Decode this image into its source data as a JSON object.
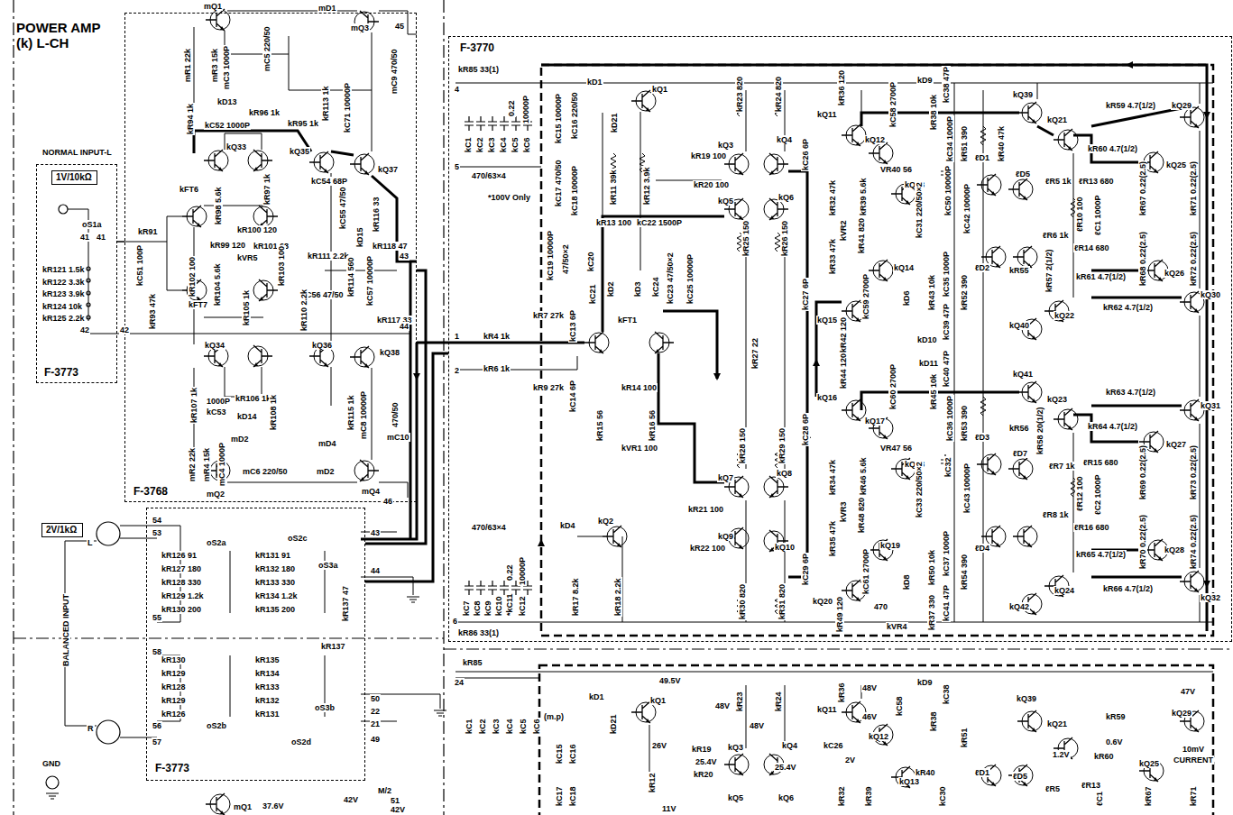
{
  "diagram": {
    "title": "POWER AMP (k) L-CH",
    "nodes": [
      {
        "text": [
          "F-3768"
        ]
      },
      {
        "text": [
          "NORMAL INPUT-L",
          "F-3773"
        ]
      },
      {
        "text": [
          "1V/10kΩ"
        ],
        "in": 1
      },
      {
        "text": [
          "F-3773"
        ]
      },
      {
        "text": [
          "2V/1kΩ"
        ]
      },
      {
        "text": [
          "F-3770"
        ]
      }
    ],
    "edges": [
      {
        "from": 1,
        "to": 0,
        "arrow": "none"
      },
      {
        "from": 0,
        "to": 3,
        "arrow": "none"
      },
      {
        "from": 3,
        "to": 5,
        "arrow": "none"
      }
    ],
    "labels": [
      "mQ1",
      "mR1 22k",
      "mR3 15k",
      "mC3 1000P",
      "mC5 220/50",
      "mD1",
      "mQ3",
      "45",
      "mC9 470/50",
      "kD13",
      "kR94 1k",
      "kC52 1000P",
      "kR96 1k",
      "kR95 1k",
      "kR113 1k",
      "kC71 10000P",
      "kQ35",
      "kQ33",
      "kQ37",
      "kFT6",
      "kR97 1k",
      "kR98 5.6k",
      "kR100 120",
      "kC54 68P",
      "kC55 47/50",
      "kD15",
      "kR116 33",
      "kR118 47",
      "43",
      "kR99 120",
      "kR101 68",
      "kVR5",
      "kR103 100",
      "kR111 2.2k",
      "kR114 560",
      "kC56 47/50",
      "kC57 10000P",
      "kR117 33",
      "44",
      "kR102 100",
      "kR104 5.6k",
      "kFT7",
      "kR105 1k",
      "kR110 2.2k",
      "kQ34",
      "kQ36",
      "kQ38",
      "kR107 1k",
      "1000P",
      "kC53",
      "kR106 1k",
      "kD14",
      "kR108 1k",
      "kR115 1k",
      "mC8 10000P",
      "470/50",
      "mC10",
      "mR2 22k",
      "mR4 15k",
      "mC4 1000P",
      "mD2",
      "mC6 220/50",
      "mD4",
      "mD2",
      "mQ2",
      "mQ4",
      "46",
      "oS1a",
      "41",
      "41",
      "kR91",
      "kR121 1.5k",
      "kR122 3.3k",
      "kR123 3.9k",
      "kR124 10k",
      "kR125 2.2k",
      "kC51 100P",
      "kR93 47k",
      "42",
      "42",
      "L",
      "BALANCED INPUT",
      "R",
      "54",
      "53",
      "55",
      "58",
      "56",
      "57",
      "oS2a",
      "kR126 91",
      "kR127 180",
      "kR128 330",
      "kR129 1.2k",
      "kR130 200",
      "oS2c",
      "kR131 91",
      "kR132 180",
      "kR133 330",
      "kR134 1.2k",
      "kR135 200",
      "oS3a",
      "kR137 47",
      "43",
      "44",
      "kR130",
      "kR129",
      "kR128",
      "kR129",
      "kR126",
      "kR135",
      "kR134",
      "kR133",
      "kR132",
      "kR131",
      "kR137",
      "oS2b",
      "oS3b",
      "oS2d",
      "50",
      "22",
      "21",
      "49",
      "GND",
      "mQ1",
      "37.6V",
      "M/2",
      "42V",
      "51",
      "42V",
      "kR85 33(1)",
      "4",
      "kC1",
      "kC2",
      "kC3",
      "kC4",
      "kC5",
      "kC6",
      "0.22",
      "10000P",
      "5",
      "470/63×4",
      "*100V Only",
      "kD1",
      "kQ1",
      "kD21",
      "kC16 220/50",
      "kC15 10000P",
      "kC17 470/50",
      "kC18 10000P",
      "kR11 39k",
      "kR12 3.9k",
      "kR23 820",
      "kR24 820",
      "kQ3",
      "kQ4",
      "kR19 100",
      "kR20 100",
      "kQ5",
      "kQ6",
      "kR13 100",
      "kC22 1500P",
      "kC19 10000P",
      "47/50×2",
      "kC20",
      "kD2",
      "kC21",
      "kD3",
      "kC24",
      "kC23 47/50×2",
      "kC25 10000P",
      "kR25 150",
      "kR26 150",
      "kR7 27k",
      "kC13 6P",
      "kFT1",
      "1",
      "kR4 1k",
      "2",
      "kR6 1k",
      "kR9 27k",
      "kC14 6P",
      "kR14 100",
      "kR15 56",
      "kR16 56",
      "kVR1 100",
      "kR27 22",
      "kR28 150",
      "kR29 150",
      "kQ7",
      "kQ8",
      "kR21 100",
      "kR22 100",
      "kQ9",
      "kQ10",
      "kR30 820",
      "kR31 820",
      "470/63×4",
      "kD4",
      "kQ2",
      "kC7",
      "kC8",
      "kC9",
      "kC10",
      "*kC11",
      "kC12",
      "0.22",
      "10000P",
      "kR17 8.2k",
      "kR18 2.2k",
      "6",
      "kR86 33(1)",
      "kR36 120",
      "kQ11",
      "kQ12",
      "kC58 2700P",
      "kD9",
      "kC38 47P",
      "kR38 10k",
      "kC34 1000P",
      "kR51 390",
      "kQ39",
      "kQ21",
      "kR59 4.7(1/2)",
      "kQ29",
      "kR60 4.7(1/2)",
      "kQ25",
      "ℓR13 680",
      "kR67 0.22(2.5)",
      "kR71 0.22(2.5)",
      "kC26 6P",
      "VR40 56",
      "kQ13",
      "kR39 5.6k",
      "kR32 47k",
      "kC50 10000P",
      "kR40 47k",
      "ℓD1",
      "ℓD5",
      "ℓR5 1k",
      "kVR2",
      "kR33 47k",
      "kR41 820",
      "kQ14",
      "kC31 220/50×2",
      "kC42 10000P",
      "ℓR10 100",
      "ℓC1 1000P",
      "kR68 0.22(2.5)",
      "kR72 0.22(2.5)",
      "ℓR6 1k",
      "ℓR14 680",
      "ℓD2",
      "kR55",
      "kR57 2(1/2)",
      "kR61 4.7(1/2)",
      "kQ26",
      "kQ30",
      "kR62 4.7(1/2)",
      "kQ22",
      "kQ40",
      "kC27 6P",
      "kQ15",
      "kC59 2700P",
      "kD6",
      "kR43 10k",
      "kC35 1000P",
      "kR52 390",
      "kR42 120",
      "kD10",
      "kC39 47P",
      "kR44 120",
      "kQ16",
      "kD11",
      "kC40 47P",
      "kQ41",
      "kQ23",
      "kR63 4.7(1/2)",
      "kQ31",
      "kR64 4.7(1/2)",
      "kQ27",
      "ℓR15 680",
      "kR69 0.22(2.5)",
      "kR73 0.22(2.5)",
      "kC28 6P",
      "kC60 2700P",
      "kQ17",
      "kR45 10k",
      "kC36 1000P",
      "kR53 390",
      "kR56",
      "kR58 20(1/2)",
      "VR47 56",
      "kQ18",
      "kR46 5.6k",
      "kR34 47k",
      "kC32",
      "ℓD3",
      "ℓD7",
      "ℓR7 1k",
      "kVR3",
      "kR35 47k",
      "kR48 820",
      "kC33 220/50×2",
      "kC43 10000P",
      "ℓR12 100",
      "ℓC2 1000P",
      "kR70 0.22(2.5)",
      "kR74 0.22(2.5)",
      "ℓR8 1k",
      "ℓR16 680",
      "ℓD4",
      "kC29 6P",
      "kQ19",
      "kC61 2700P",
      "kD8",
      "kR50 10k",
      "kC37 1000P",
      "kR54 390",
      "kR65 4.7(1/2)",
      "kQ28",
      "kQ24",
      "kR66 4.7(1/2)",
      "kQ32",
      "kQ42",
      "kQ20",
      "kR49 120",
      "470",
      "kVR4",
      "kR37 330",
      "kC41 47P",
      "kR85",
      "24",
      "kC1",
      "kC2",
      "kC3",
      "kC4",
      "kC5",
      "kC6",
      "(m.p)",
      "kD1",
      "kQ1",
      "49.5V",
      "kD21",
      "kR23",
      "kR24",
      "48V",
      "48V",
      "kC15",
      "kC16",
      "26V",
      "kR19",
      "25.4V",
      "kR20",
      "25.4V",
      "kQ3",
      "kQ4",
      "kQ5",
      "kQ6",
      "kC17",
      "kC18",
      "kR12",
      "11V",
      "kR36",
      "48V",
      "kQ11",
      "46V",
      "kQ12",
      "kC58",
      "kR38",
      "kD9",
      "kC38",
      "47V",
      "kQ39",
      "kQ21",
      "kR59",
      "kQ29",
      "kR60",
      "0.6V",
      "1.2V",
      "kQ25",
      "10mV",
      "CURRENT",
      "kR51",
      "ℓD1",
      "ℓD5",
      "ℓR5",
      "ℓR13",
      "kR40",
      "kC26",
      "2V",
      "kR32",
      "kQ13",
      "kC30",
      "kR39",
      "ℓC1",
      "kR67",
      "kR71"
    ]
  }
}
